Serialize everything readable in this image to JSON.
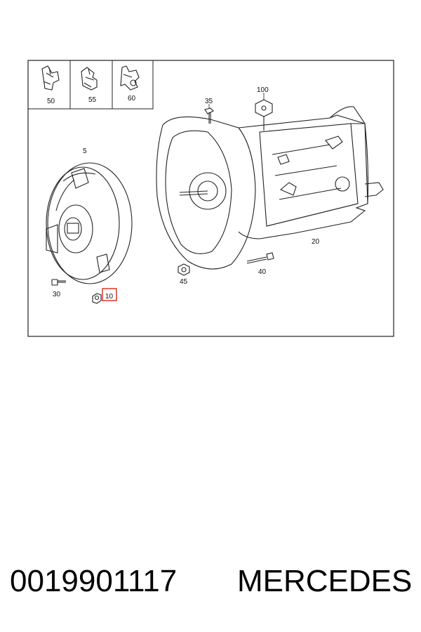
{
  "diagram": {
    "callouts": {
      "c50": "50",
      "c55": "55",
      "c60": "60",
      "c35": "35",
      "c100": "100",
      "c5": "5",
      "c20": "20",
      "c45": "45",
      "c40": "40",
      "c30": "30",
      "c10": "10"
    },
    "highlight_color": "#d9261c"
  },
  "caption": {
    "part_number": "0019901117",
    "make": "MERCEDES"
  }
}
